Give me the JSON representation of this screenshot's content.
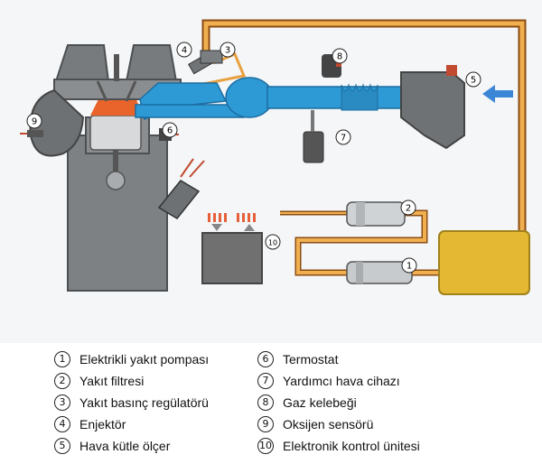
{
  "legend": [
    {
      "n": "1",
      "label": "Elektrikli yakıt pompası"
    },
    {
      "n": "2",
      "label": "Yakıt filtresi"
    },
    {
      "n": "3",
      "label": "Yakıt basınç regülatörü"
    },
    {
      "n": "4",
      "label": "Enjektör"
    },
    {
      "n": "5",
      "label": "Hava kütle ölçer"
    },
    {
      "n": "6",
      "label": "Termostat"
    },
    {
      "n": "7",
      "label": "Yardımcı hava cihazı"
    },
    {
      "n": "8",
      "label": "Gaz kelebeği"
    },
    {
      "n": "9",
      "label": "Oksijen sensörü"
    },
    {
      "n": "10",
      "label": "Elektronik kontrol ünitesi"
    }
  ],
  "markers": [
    "1",
    "2",
    "3",
    "4",
    "5",
    "6",
    "7",
    "8",
    "9",
    "10"
  ],
  "colors": {
    "fuel_line": "#e8a040",
    "fuel_line_dark": "#9a5a10",
    "intake": "#2d9ad6",
    "engine": "#7f8284",
    "tank": "#e4b832",
    "ecu": "#707070",
    "cylinder_hot": "#e9642a",
    "air_arrow": "#3b86d6"
  }
}
